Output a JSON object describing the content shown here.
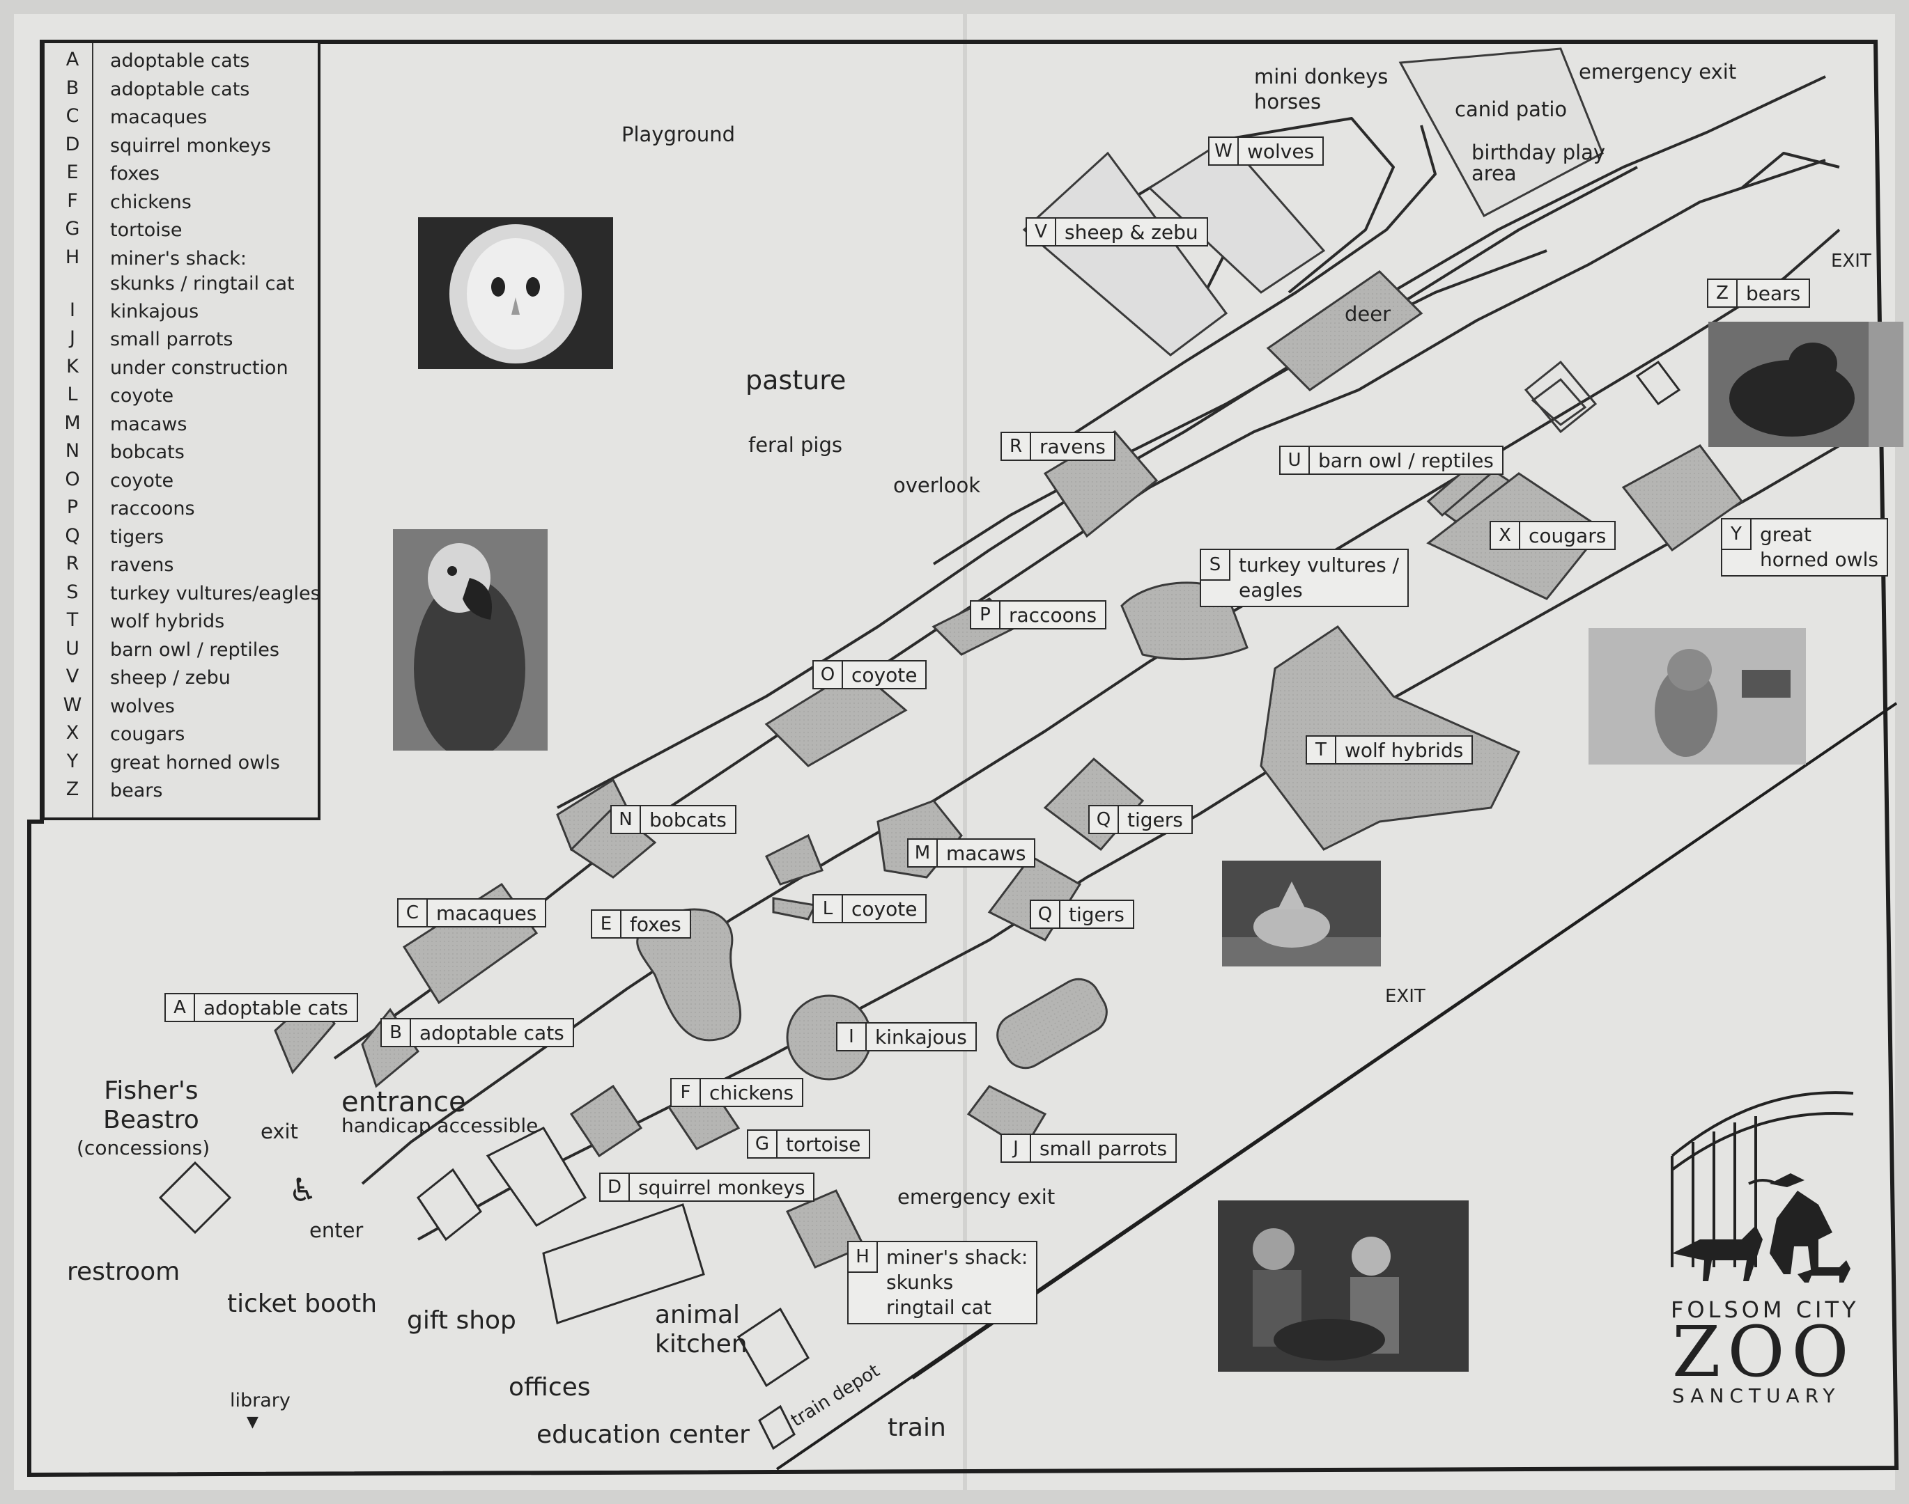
{
  "legend": [
    {
      "key": "A",
      "name": "adoptable cats"
    },
    {
      "key": "B",
      "name": "adoptable cats"
    },
    {
      "key": "C",
      "name": "macaques"
    },
    {
      "key": "D",
      "name": "squirrel monkeys"
    },
    {
      "key": "E",
      "name": "foxes"
    },
    {
      "key": "F",
      "name": "chickens"
    },
    {
      "key": "G",
      "name": "tortoise"
    },
    {
      "key": "H",
      "name": "miner's shack:\nskunks / ringtail cat"
    },
    {
      "key": "I",
      "name": "kinkajous"
    },
    {
      "key": "J",
      "name": "small parrots"
    },
    {
      "key": "K",
      "name": "under construction"
    },
    {
      "key": "L",
      "name": "coyote"
    },
    {
      "key": "M",
      "name": "macaws"
    },
    {
      "key": "N",
      "name": "bobcats"
    },
    {
      "key": "O",
      "name": "coyote"
    },
    {
      "key": "P",
      "name": "raccoons"
    },
    {
      "key": "Q",
      "name": "tigers"
    },
    {
      "key": "R",
      "name": "ravens"
    },
    {
      "key": "S",
      "name": "turkey vultures/eagles"
    },
    {
      "key": "T",
      "name": "wolf hybrids"
    },
    {
      "key": "U",
      "name": "barn owl / reptiles"
    },
    {
      "key": "V",
      "name": "sheep / zebu"
    },
    {
      "key": "W",
      "name": "wolves"
    },
    {
      "key": "X",
      "name": "cougars"
    },
    {
      "key": "Y",
      "name": "great horned owls"
    },
    {
      "key": "Z",
      "name": "bears"
    }
  ],
  "exhibits": {
    "A": {
      "letter": "A",
      "name": "adoptable cats"
    },
    "B": {
      "letter": "B",
      "name": "adoptable cats"
    },
    "C": {
      "letter": "C",
      "name": "macaques"
    },
    "D": {
      "letter": "D",
      "name": "squirrel monkeys"
    },
    "E": {
      "letter": "E",
      "name": "foxes"
    },
    "F": {
      "letter": "F",
      "name": "chickens"
    },
    "G": {
      "letter": "G",
      "name": "tortoise"
    },
    "H": {
      "letter": "H",
      "name": "miner's shack:\nskunks\nringtail cat"
    },
    "I": {
      "letter": "I",
      "name": "kinkajous"
    },
    "J": {
      "letter": "J",
      "name": "small parrots"
    },
    "L": {
      "letter": "L",
      "name": "coyote"
    },
    "M": {
      "letter": "M",
      "name": "macaws"
    },
    "N": {
      "letter": "N",
      "name": "bobcats"
    },
    "O": {
      "letter": "O",
      "name": "coyote"
    },
    "P": {
      "letter": "P",
      "name": "raccoons"
    },
    "Q1": {
      "letter": "Q",
      "name": "tigers"
    },
    "Q2": {
      "letter": "Q",
      "name": "tigers"
    },
    "R": {
      "letter": "R",
      "name": "ravens"
    },
    "S": {
      "letter": "S",
      "name": "turkey vultures /\neagles"
    },
    "T": {
      "letter": "T",
      "name": "wolf hybrids"
    },
    "U": {
      "letter": "U",
      "name": "barn owl / reptiles"
    },
    "V": {
      "letter": "V",
      "name": "sheep & zebu"
    },
    "W": {
      "letter": "W",
      "name": "wolves"
    },
    "X": {
      "letter": "X",
      "name": "cougars"
    },
    "Y": {
      "letter": "Y",
      "name": "great\nhorned owls"
    },
    "Z": {
      "letter": "Z",
      "name": "bears"
    }
  },
  "places": {
    "playground": "Playground",
    "pasture": "pasture",
    "feral_pigs": "feral pigs",
    "overlook": "overlook",
    "mini_donkeys": "mini donkeys\nhorses",
    "canid_patio": "canid patio",
    "birthday": "birthday play\narea",
    "emergency_exit_top": "emergency exit",
    "exit_right": "EXIT",
    "deer": "deer",
    "exit_mid": "EXIT",
    "emergency_exit_bottom": "emergency exit",
    "train": "train",
    "train_depot": "train depot",
    "entrance": "entrance",
    "handicap": "handicap accessible",
    "exit_left": "exit",
    "enter": "enter",
    "fishers": "Fisher's\nBeastro",
    "concessions": "(concessions)",
    "restroom": "restroom",
    "ticket_booth": "ticket booth",
    "gift_shop": "gift shop",
    "offices": "offices",
    "animal_kitchen": "animal\nkitchen",
    "education_center": "education center",
    "library": "library"
  },
  "logo": {
    "line1": "FOLSOM CITY",
    "line2": "ZOO",
    "line3": "SANCTUARY"
  },
  "colors": {
    "paper": "#e6e6e4",
    "exhibit": "#b4b4b2",
    "ink": "#222222"
  }
}
